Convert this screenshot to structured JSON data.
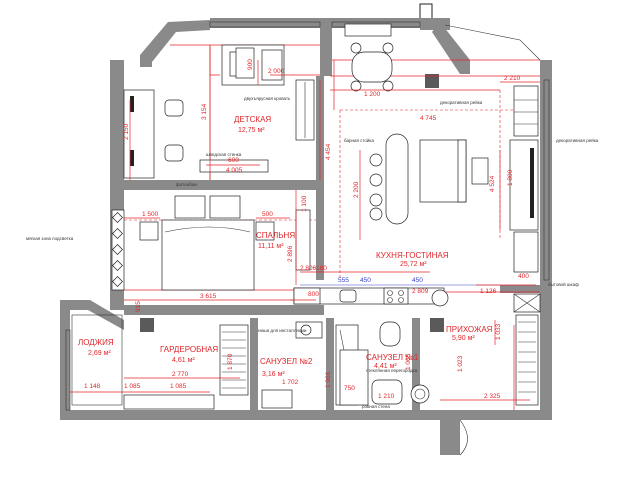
{
  "rooms": [
    {
      "name": "ДЕТСКАЯ",
      "area": "12,75 м²"
    },
    {
      "name": "СПАЛЬНЯ",
      "area": "11,11 м²"
    },
    {
      "name": "КУХНЯ-ГОСТИНАЯ",
      "area": "25,72 м²"
    },
    {
      "name": "ЛОДЖИЯ",
      "area": "2,69 м²"
    },
    {
      "name": "ГАРДЕРОБНАЯ",
      "area": "4,61 м²"
    },
    {
      "name": "САНУЗЕЛ №2",
      "area": "3,16 м²"
    },
    {
      "name": "САНУЗЕЛ №1",
      "area": "4,41 м²"
    },
    {
      "name": "ПРИХОЖАЯ",
      "area": "5,90 м²"
    }
  ],
  "dimensions": {
    "d2000": "2 000",
    "d900": "900",
    "d3154": "3 154",
    "d2150": "2 150",
    "d4454": "4 454",
    "d600": "600",
    "d4005": "4 005",
    "d1500": "1 500",
    "d500": "500",
    "d1100": "1 100",
    "d2896": "2 896",
    "d2806": "2 806",
    "d3615": "3 615",
    "d915": "915",
    "d2770": "2 770",
    "d1148": "1 148",
    "d1085a": "1 085",
    "d1085b": "1 085",
    "d1870": "1 870",
    "d1200": "1 200",
    "d4745": "4 745",
    "d2210": "2 210",
    "d2200": "2 200",
    "d4524": "4 524",
    "d1800": "1 800",
    "d450a": "450",
    "d450b": "450",
    "d555": "555",
    "d2809": "2 809",
    "d1126": "1 126",
    "d1033": "1 033",
    "d2325": "2 325",
    "d1702": "1 702",
    "d1966": "1 966",
    "d750": "750",
    "d1210": "1 210",
    "d1065": "1 065",
    "d1023": "1 023",
    "d180": "180",
    "d400": "400",
    "d800": "800"
  },
  "notes": {
    "bunk_bed": "двухъярусная кровать",
    "sports_wall": "шведская стенка",
    "photo_wallpaper": "фотообои",
    "bar_counter": "барная стойка",
    "decorative_panel": "декоративная рейка",
    "backlight_zone": "мягкая зона подсветка",
    "decor_wall": "декоративная рейка",
    "storage_cabinet": "бытовой шкаф",
    "niche_install": "ниша для инсталляции",
    "glass_partition": "стеклянная перегородка",
    "flat_wall": "ровная стена"
  },
  "colors": {
    "dimension_red": "#e0262b",
    "dimension_blue": "#3a43c9",
    "wall_gray": "#8a8a8a"
  }
}
